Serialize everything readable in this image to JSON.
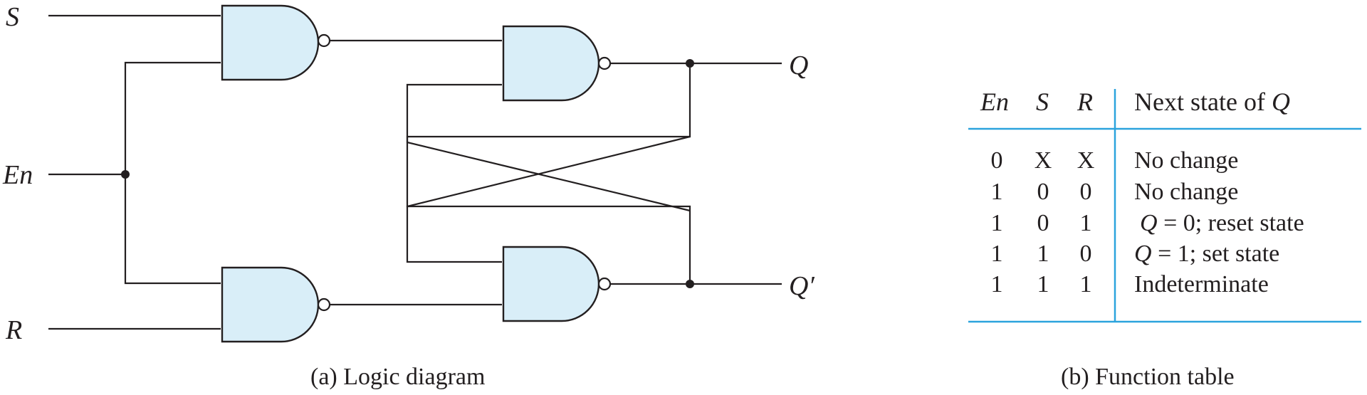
{
  "logic_diagram": {
    "inputs": {
      "s": "S",
      "en": "En",
      "r": "R"
    },
    "outputs": {
      "q": "Q",
      "q_prime": "Q′"
    },
    "caption": "(a) Logic diagram"
  },
  "function_table": {
    "headers": {
      "en": "En",
      "s": "S",
      "r": "R",
      "next": "Next state of ",
      "next_q": "Q"
    },
    "rows": [
      {
        "en": "0",
        "s": "X",
        "r": "X",
        "next_var": "",
        "next": "No change"
      },
      {
        "en": "1",
        "s": "0",
        "r": "0",
        "next_var": "",
        "next": "No change"
      },
      {
        "en": "1",
        "s": "0",
        "r": "1",
        "next_var": "Q",
        "next": " = 0; reset state"
      },
      {
        "en": "1",
        "s": "1",
        "r": "0",
        "next_var": "Q",
        "next": " = 1; set state"
      },
      {
        "en": "1",
        "s": "1",
        "r": "1",
        "next_var": "",
        "next": "Indeterminate"
      }
    ],
    "caption": "(b) Function table"
  },
  "colors": {
    "gate_fill": "#d9eef8",
    "table_rule": "#2ba3dd",
    "ink": "#231f20"
  }
}
